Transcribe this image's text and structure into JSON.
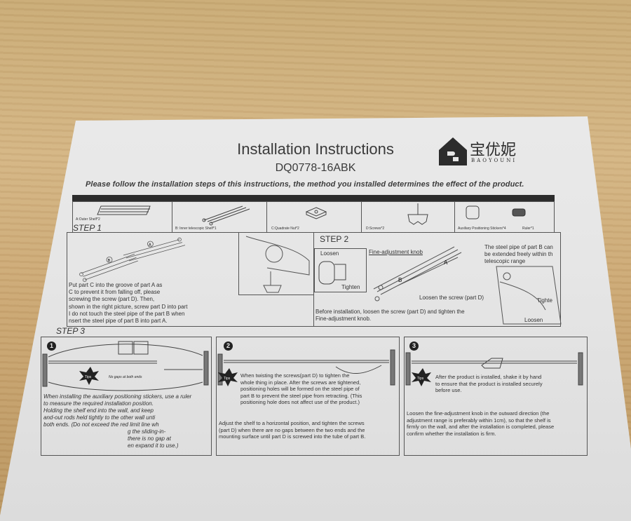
{
  "document": {
    "title": "Installation Instructions",
    "model": "DQ0778-16ABK",
    "intro": "Please follow the installation steps of this instructions, the method you installed determines the effect of the product.",
    "logo": {
      "chinese": "宝优妮",
      "latin": "BAOYOUNI"
    }
  },
  "parts": [
    {
      "label": "A:Outer Shelf*2",
      "icon": "outer-shelf-icon"
    },
    {
      "label": "B: Inner telescopic Shelf*1",
      "icon": "inner-shelf-icon"
    },
    {
      "label": "C:Quadrate Nut*2",
      "icon": "nut-icon"
    },
    {
      "label": "D:Screws*2",
      "icon": "screw-icon"
    },
    {
      "label": "Auxiliary Positioning Stickers*4",
      "icon": "sticker-icon"
    },
    {
      "label": "Ruler*1",
      "icon": "ruler-icon"
    }
  ],
  "step1": {
    "label": "STEP 1",
    "part_a": "A",
    "part_b": "B",
    "text_left": [
      "Put part C into the groove of part A as",
      "C to prevent it from falling off,  please",
      "screwing the screw (part  D).  Then,"
    ],
    "text_right": [
      "shown in the right picture,   screw part D into part",
      "I do not touch the steel pipe of the part B when",
      "nsert the steel pipe of part B into part A."
    ]
  },
  "step2": {
    "label": "STEP 2",
    "loosen": "Loosen",
    "tighten": "Tighten",
    "knob": "Fine-adjustment knob",
    "part_a": "A",
    "part_b": "B",
    "loosen_screw": "Loosen the screw (part D)",
    "extend_note": [
      "The steel pipe of part B can",
      "be extended freely within th",
      "telescopic range"
    ],
    "tighte": "Tighte",
    "loosen2": "Loosen",
    "text": [
      "Before installation, loosen the screw (part D) and tighten the",
      "Fine-adjustment knob."
    ]
  },
  "step3": {
    "label": "STEP 3",
    "panels": [
      {
        "number": "1",
        "tips": "Tips",
        "caption": "No gaps at both ends",
        "text_main": [
          "When installing the auxiliary positioning stickers, use a ruler",
          "to measure the required installation position."
        ],
        "text_overlap": [
          "Holding the shelf end into the wall, and keep",
          "and-out rods held tightly to the other wall unti",
          "both ends. (Do not exceed the red limit line wh"
        ],
        "text_right": [
          "g the sliding-in-",
          "there is no gap at",
          "en expand it to use.)"
        ]
      },
      {
        "number": "2",
        "tips": "Tips",
        "text_tip": [
          "When twisting the screws(part D) to tighten the",
          "whole thing in place. After the screws are tightened,",
          "positioning holes will be formed on the steel pipe of",
          "part B to prevent the steel pipe from retracting. (This",
          "positioning hole does not affect use of the product.)"
        ],
        "text_main": [
          "Adjust the shelf to a horizontal position, and tighten the screws",
          "(part D) when there are no gaps between the two ends and the",
          "mounting surface until part D is screwed into the tube of part B."
        ]
      },
      {
        "number": "3",
        "tips": "Tips",
        "text_tip": [
          "After the product is installed, shake it by hand",
          "to ensure that the product is installed securely",
          "before use."
        ],
        "text_main": [
          "Loosen the fine-adjustment knob in the outward direction (the",
          "adjustment range is preferably within 1cm), so that the shelf is",
          "firmly on the wall, and after the installation is completed, please",
          "confirm whether the installation is firm."
        ]
      }
    ]
  }
}
